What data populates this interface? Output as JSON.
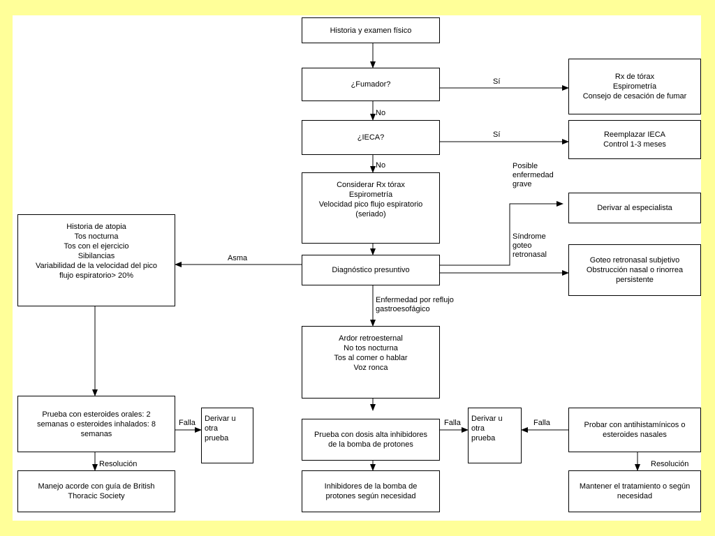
{
  "nodes": {
    "historia": [
      "Historia y examen físico"
    ],
    "fumador": [
      "¿Fumador?"
    ],
    "rx_torax": [
      "Rx de tórax",
      "Espirometría",
      "Consejo de cesación de fumar"
    ],
    "ieca": [
      "¿IECA?"
    ],
    "reemplazar": [
      "Reemplazar IECA",
      "Control 1-3 meses"
    ],
    "considerar": [
      "Considerar Rx tórax",
      "Espirometría",
      "Velocidad pico flujo espiratorio",
      "(seriado)"
    ],
    "derivar_esp": [
      "Derivar al especialista"
    ],
    "atopia": [
      "Historia de atopia",
      "Tos nocturna",
      "Tos con el ejercicio",
      "Sibilancias",
      "Variabilidad de la velocidad del pico",
      "flujo espiratorio> 20%"
    ],
    "diagnostico": [
      "Diagnóstico presuntivo"
    ],
    "goteo": [
      "Goteo retronasal subjetivo",
      "Obstrucción nasal o rinorrea",
      "persistente"
    ],
    "ardor": [
      "Ardor retroesternal",
      "No tos nocturna",
      "Tos al comer o hablar",
      "Voz ronca"
    ],
    "esteroides": [
      "Prueba con esteroides orales: 2",
      "semanas o esteroides inhalados: 8",
      "semanas"
    ],
    "derivar1": [
      "Derivar u",
      "otra",
      "prueba"
    ],
    "prueba_dosis": [
      "Prueba con dosis alta inhibidores",
      "de la bomba de protones"
    ],
    "derivar2": [
      "Derivar u",
      "otra",
      "prueba"
    ],
    "antihist": [
      "Probar con antihistamínicos o",
      "esteroides nasales"
    ],
    "manejo": [
      "Manejo acorde con guía de British",
      "Thoracic Society"
    ],
    "inhibidores": [
      "Inhibidores de la bomba de",
      "protones según necesidad"
    ],
    "mantener": [
      "Mantener el tratamiento o según",
      "necesidad"
    ]
  },
  "edge_labels": {
    "si_fumador": "Sí",
    "no_fumador": "No",
    "si_ieca": "Sí",
    "no_ieca": "No",
    "posible": [
      "Posible",
      "enfermedad",
      "grave"
    ],
    "sindrome": [
      "Síndrome",
      "goteo",
      "retronasal"
    ],
    "asma": "Asma",
    "reflujo": [
      "Enfermedad por reflujo",
      "gastroesofágico"
    ],
    "falla1": "Falla",
    "falla2": "Falla",
    "falla3": "Falla",
    "resolucion1": "Resolución",
    "resolucion2": "Resolución"
  }
}
